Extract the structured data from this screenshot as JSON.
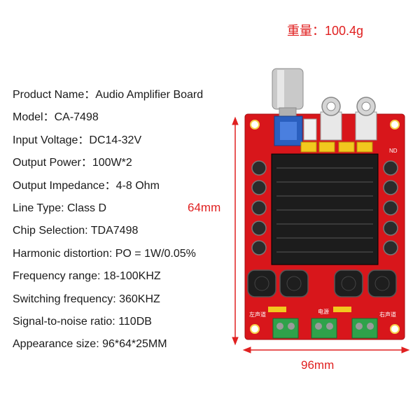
{
  "weight_label": "重量：100.4g",
  "specs": [
    {
      "label": "Product Name：",
      "value": "Audio Amplifier Board"
    },
    {
      "label": "Model：",
      "value": "CA-7498"
    },
    {
      "label": "Input Voltage：",
      "value": "DC14-32V"
    },
    {
      "label": "Output Power：",
      "value": "100W*2"
    },
    {
      "label": "Output Impedance：",
      "value": "4-8 Ohm"
    },
    {
      "label": "Line Type: ",
      "value": "Class D"
    },
    {
      "label": "Chip Selection: ",
      "value": "TDA7498"
    },
    {
      "label": "Harmonic distortion: ",
      "value": "PO = 1W/0.05%"
    },
    {
      "label": "Frequency range: ",
      "value": "18-100KHZ"
    },
    {
      "label": "Switching frequency: ",
      "value": "360KHZ"
    },
    {
      "label": "Signal-to-noise ratio: ",
      "value": "110DB"
    },
    {
      "label": "Appearance size: ",
      "value": "96*64*25MM"
    }
  ],
  "dimensions": {
    "height": "64mm",
    "width": "96mm"
  },
  "board_labels": {
    "left_channel": "左声道",
    "power": "电源",
    "right_channel": "右声道",
    "marking": "ND"
  },
  "colors": {
    "accent": "#e02020",
    "board": "#d8161b",
    "heatsink": "#1c1c1c",
    "terminal": "#2fa24a"
  }
}
